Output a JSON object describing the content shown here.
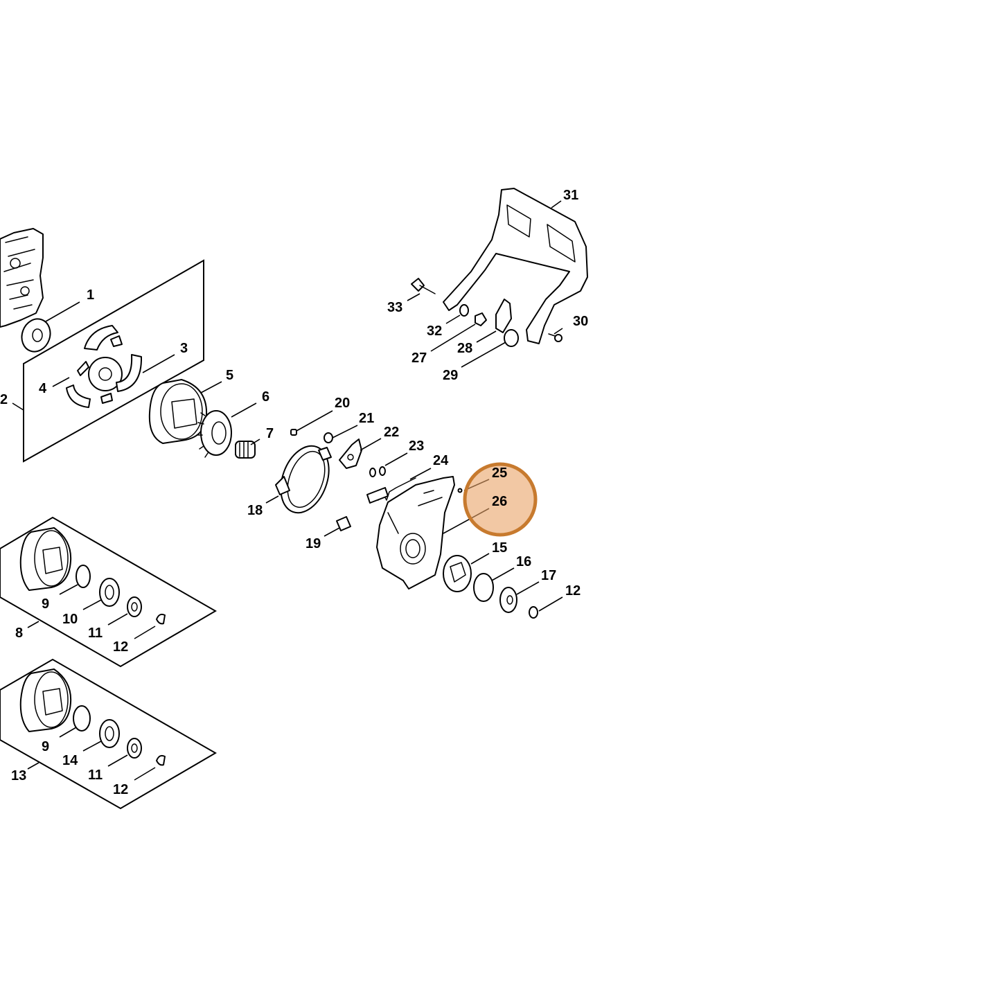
{
  "highlight": {
    "label": "26",
    "fill": "#e9a468",
    "stroke": "#c77a2e"
  },
  "callouts": [
    {
      "id": "c1",
      "label": "1"
    },
    {
      "id": "c2",
      "label": "2"
    },
    {
      "id": "c3",
      "label": "3"
    },
    {
      "id": "c4",
      "label": "4"
    },
    {
      "id": "c5",
      "label": "5"
    },
    {
      "id": "c6",
      "label": "6"
    },
    {
      "id": "c7",
      "label": "7"
    },
    {
      "id": "c8",
      "label": "8"
    },
    {
      "id": "c9a",
      "label": "9"
    },
    {
      "id": "c10",
      "label": "10"
    },
    {
      "id": "c11a",
      "label": "11"
    },
    {
      "id": "c12a",
      "label": "12"
    },
    {
      "id": "c13",
      "label": "13"
    },
    {
      "id": "c9b",
      "label": "9"
    },
    {
      "id": "c14",
      "label": "14"
    },
    {
      "id": "c11b",
      "label": "11"
    },
    {
      "id": "c12b",
      "label": "12"
    },
    {
      "id": "c15",
      "label": "15"
    },
    {
      "id": "c16",
      "label": "16"
    },
    {
      "id": "c17",
      "label": "17"
    },
    {
      "id": "c12c",
      "label": "12"
    },
    {
      "id": "c18",
      "label": "18"
    },
    {
      "id": "c19",
      "label": "19"
    },
    {
      "id": "c20",
      "label": "20"
    },
    {
      "id": "c21",
      "label": "21"
    },
    {
      "id": "c22",
      "label": "22"
    },
    {
      "id": "c23",
      "label": "23"
    },
    {
      "id": "c24",
      "label": "24"
    },
    {
      "id": "c25",
      "label": "25"
    },
    {
      "id": "c26",
      "label": "26"
    },
    {
      "id": "c27",
      "label": "27"
    },
    {
      "id": "c28",
      "label": "28"
    },
    {
      "id": "c29",
      "label": "29"
    },
    {
      "id": "c30",
      "label": "30"
    },
    {
      "id": "c31",
      "label": "31"
    },
    {
      "id": "c32",
      "label": "32"
    },
    {
      "id": "c33",
      "label": "33"
    }
  ]
}
